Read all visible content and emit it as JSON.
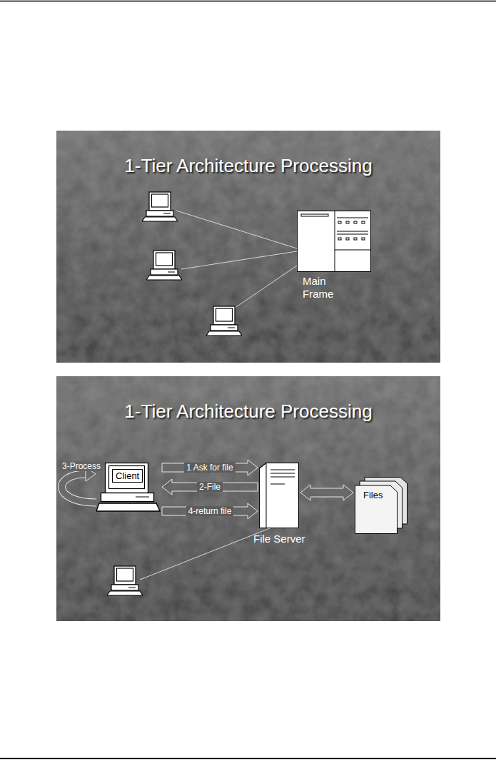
{
  "diagram": {
    "nodes": [
      {
        "text": [
          "1-Tier Architecture Processing"
        ]
      },
      {
        "text": [
          "Main Frame"
        ],
        "in": 0
      },
      {
        "text": [
          "1-Tier Architecture Processing"
        ]
      },
      {
        "text": [
          "Client"
        ],
        "in": 2
      },
      {
        "text": [
          "File Server"
        ],
        "in": 2
      },
      {
        "text": [
          "Files"
        ],
        "in": 2
      }
    ],
    "edges": [
      {
        "from": 3,
        "to": 4,
        "label": "1 Ask for file",
        "arrow": "to"
      },
      {
        "from": 4,
        "to": 3,
        "label": "2-File",
        "arrow": "to"
      },
      {
        "from": 3,
        "to": 3,
        "label": "3-Process",
        "arrow": "to"
      },
      {
        "from": 3,
        "to": 4,
        "label": "4-return file",
        "arrow": "to"
      },
      {
        "from": 4,
        "to": 5,
        "arrow": "both"
      }
    ]
  }
}
